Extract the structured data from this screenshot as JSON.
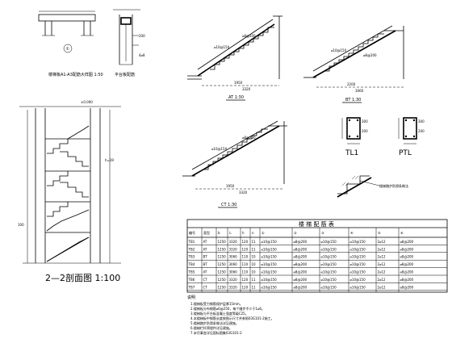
{
  "detail_section": {
    "label": "楼梯板A1-A3配筋大样图 1:50"
  },
  "detail_slab": {
    "label": "平台板配筋"
  },
  "circle_marker": "①",
  "ring_label": "4⌀8",
  "stair_at": {
    "caption": "AT 1:30"
  },
  "stair_bt": {
    "caption": "BT 1:30"
  },
  "stair_ct": {
    "caption": "CT 1:30"
  },
  "beam_tl": {
    "caption": "TL1",
    "dim_w": "200",
    "dim_h": "300"
  },
  "beam_ptl": {
    "caption": "PTL",
    "dim_w": "200",
    "dim_h": "300"
  },
  "tread_note": "楼梯踏步防滑条做法",
  "section": {
    "title": "2—2剖面图 1:100",
    "top_elev": "±0.000",
    "mid_mark": "h=19",
    "side_mark": "100"
  },
  "table": {
    "title": "楼 梯 配 筋 表",
    "headers": [
      "编号",
      "类型",
      "b",
      "lₙ",
      "h",
      "n",
      "①",
      "②",
      "③",
      "④",
      "⑤",
      "⑥"
    ],
    "rows": [
      [
        "TB1",
        "AT",
        "1250",
        "3320",
        "120",
        "11",
        "⌀10@150",
        "⌀8@200",
        "⌀10@150",
        "⌀10@150",
        "2⌀12",
        "⌀8@200"
      ],
      [
        "TB2",
        "AT",
        "1250",
        "3320",
        "120",
        "11",
        "⌀10@150",
        "⌀8@200",
        "⌀10@150",
        "⌀10@150",
        "2⌀12",
        "⌀8@200"
      ],
      [
        "TB3",
        "BT",
        "1250",
        "3060",
        "110",
        "10",
        "⌀10@150",
        "⌀8@200",
        "⌀10@150",
        "⌀10@150",
        "2⌀12",
        "⌀8@200"
      ],
      [
        "TB4",
        "BT",
        "1250",
        "3060",
        "110",
        "10",
        "⌀10@150",
        "⌀8@200",
        "⌀10@150",
        "⌀10@150",
        "2⌀12",
        "⌀8@200"
      ],
      [
        "TB5",
        "AT",
        "1250",
        "3060",
        "110",
        "10",
        "⌀10@150",
        "⌀8@200",
        "⌀10@150",
        "⌀10@150",
        "2⌀12",
        "⌀8@200"
      ],
      [
        "TB6",
        "CT",
        "1250",
        "3320",
        "120",
        "11",
        "⌀10@150",
        "⌀8@200",
        "⌀10@150",
        "⌀10@150",
        "2⌀12",
        "⌀8@200"
      ],
      [
        "TB7",
        "CT",
        "1250",
        "3320",
        "120",
        "11",
        "⌀10@150",
        "⌀8@200",
        "⌀10@150",
        "⌀10@150",
        "2⌀12",
        "⌀8@200"
      ]
    ]
  },
  "notes": {
    "heading": "说明",
    "lines": [
      "1.楼梯板受力钢筋保护层厚15mm。",
      "2.楼梯板分布钢筋⌀6@250，每个踏步不少于1⌀6。",
      "3.楼梯板与平台板混凝土强度等级C25。",
      "4.本楼梯板中钢筋长度按图示尺寸并参照03G101-2施工。",
      "5.楼梯踏步防滑条做法详见建施。",
      "6.楼梯栏杆预埋件详见建施。",
      "7.未尽事宜详见国标图集03G101-2"
    ]
  }
}
